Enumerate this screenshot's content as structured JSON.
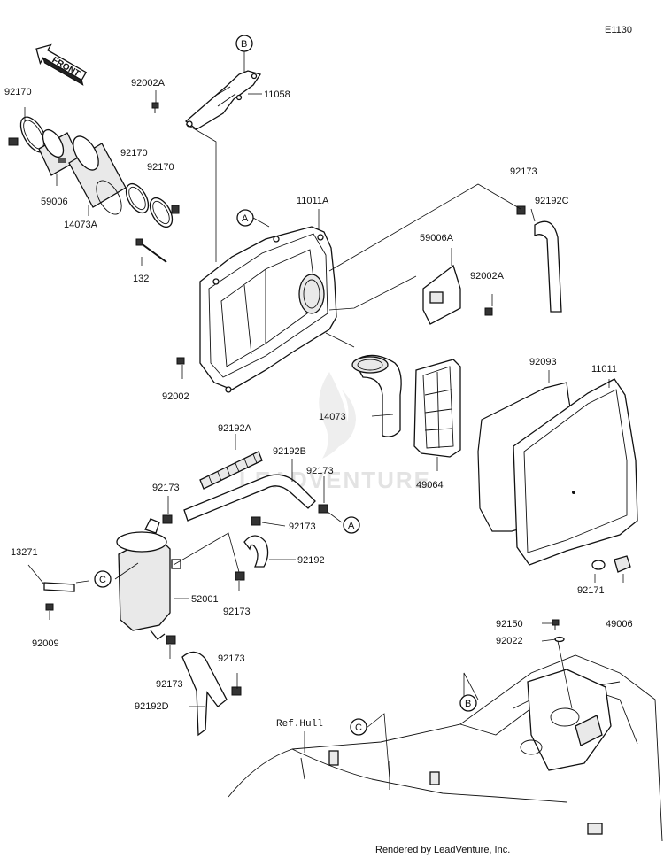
{
  "diagram_code": "E1130",
  "front_label": "FRONT",
  "ref_hull_label": "Ref.Hull",
  "footer": "Rendered by LeadVenture, Inc.",
  "watermark": "LEADVENTURE",
  "callouts": {
    "A": "A",
    "B": "B",
    "C": "C"
  },
  "parts": {
    "p92170_a": "92170",
    "p59006": "59006",
    "p14073A": "14073A",
    "p92170_b": "92170",
    "p92170_c": "92170",
    "p92002A_a": "92002A",
    "p11058": "11058",
    "p11011A": "11011A",
    "p132": "132",
    "p92002": "92002",
    "p92173_a": "92173",
    "p92192C": "92192C",
    "p59006A": "59006A",
    "p92002A_b": "92002A",
    "p92093": "92093",
    "p11011": "11011",
    "p14073": "14073",
    "p49064": "49064",
    "p92192A": "92192A",
    "p92192B": "92192B",
    "p92173_b": "92173",
    "p92173_c": "92173",
    "p92173_d": "92173",
    "p92192": "92192",
    "p13271": "13271",
    "p52001": "52001",
    "p92173_e": "92173",
    "p92009": "92009",
    "p92171": "92171",
    "p49006": "49006",
    "p92150": "92150",
    "p92022": "92022",
    "p92173_f": "92173",
    "p92173_g": "92173",
    "p92192D": "92192D"
  }
}
